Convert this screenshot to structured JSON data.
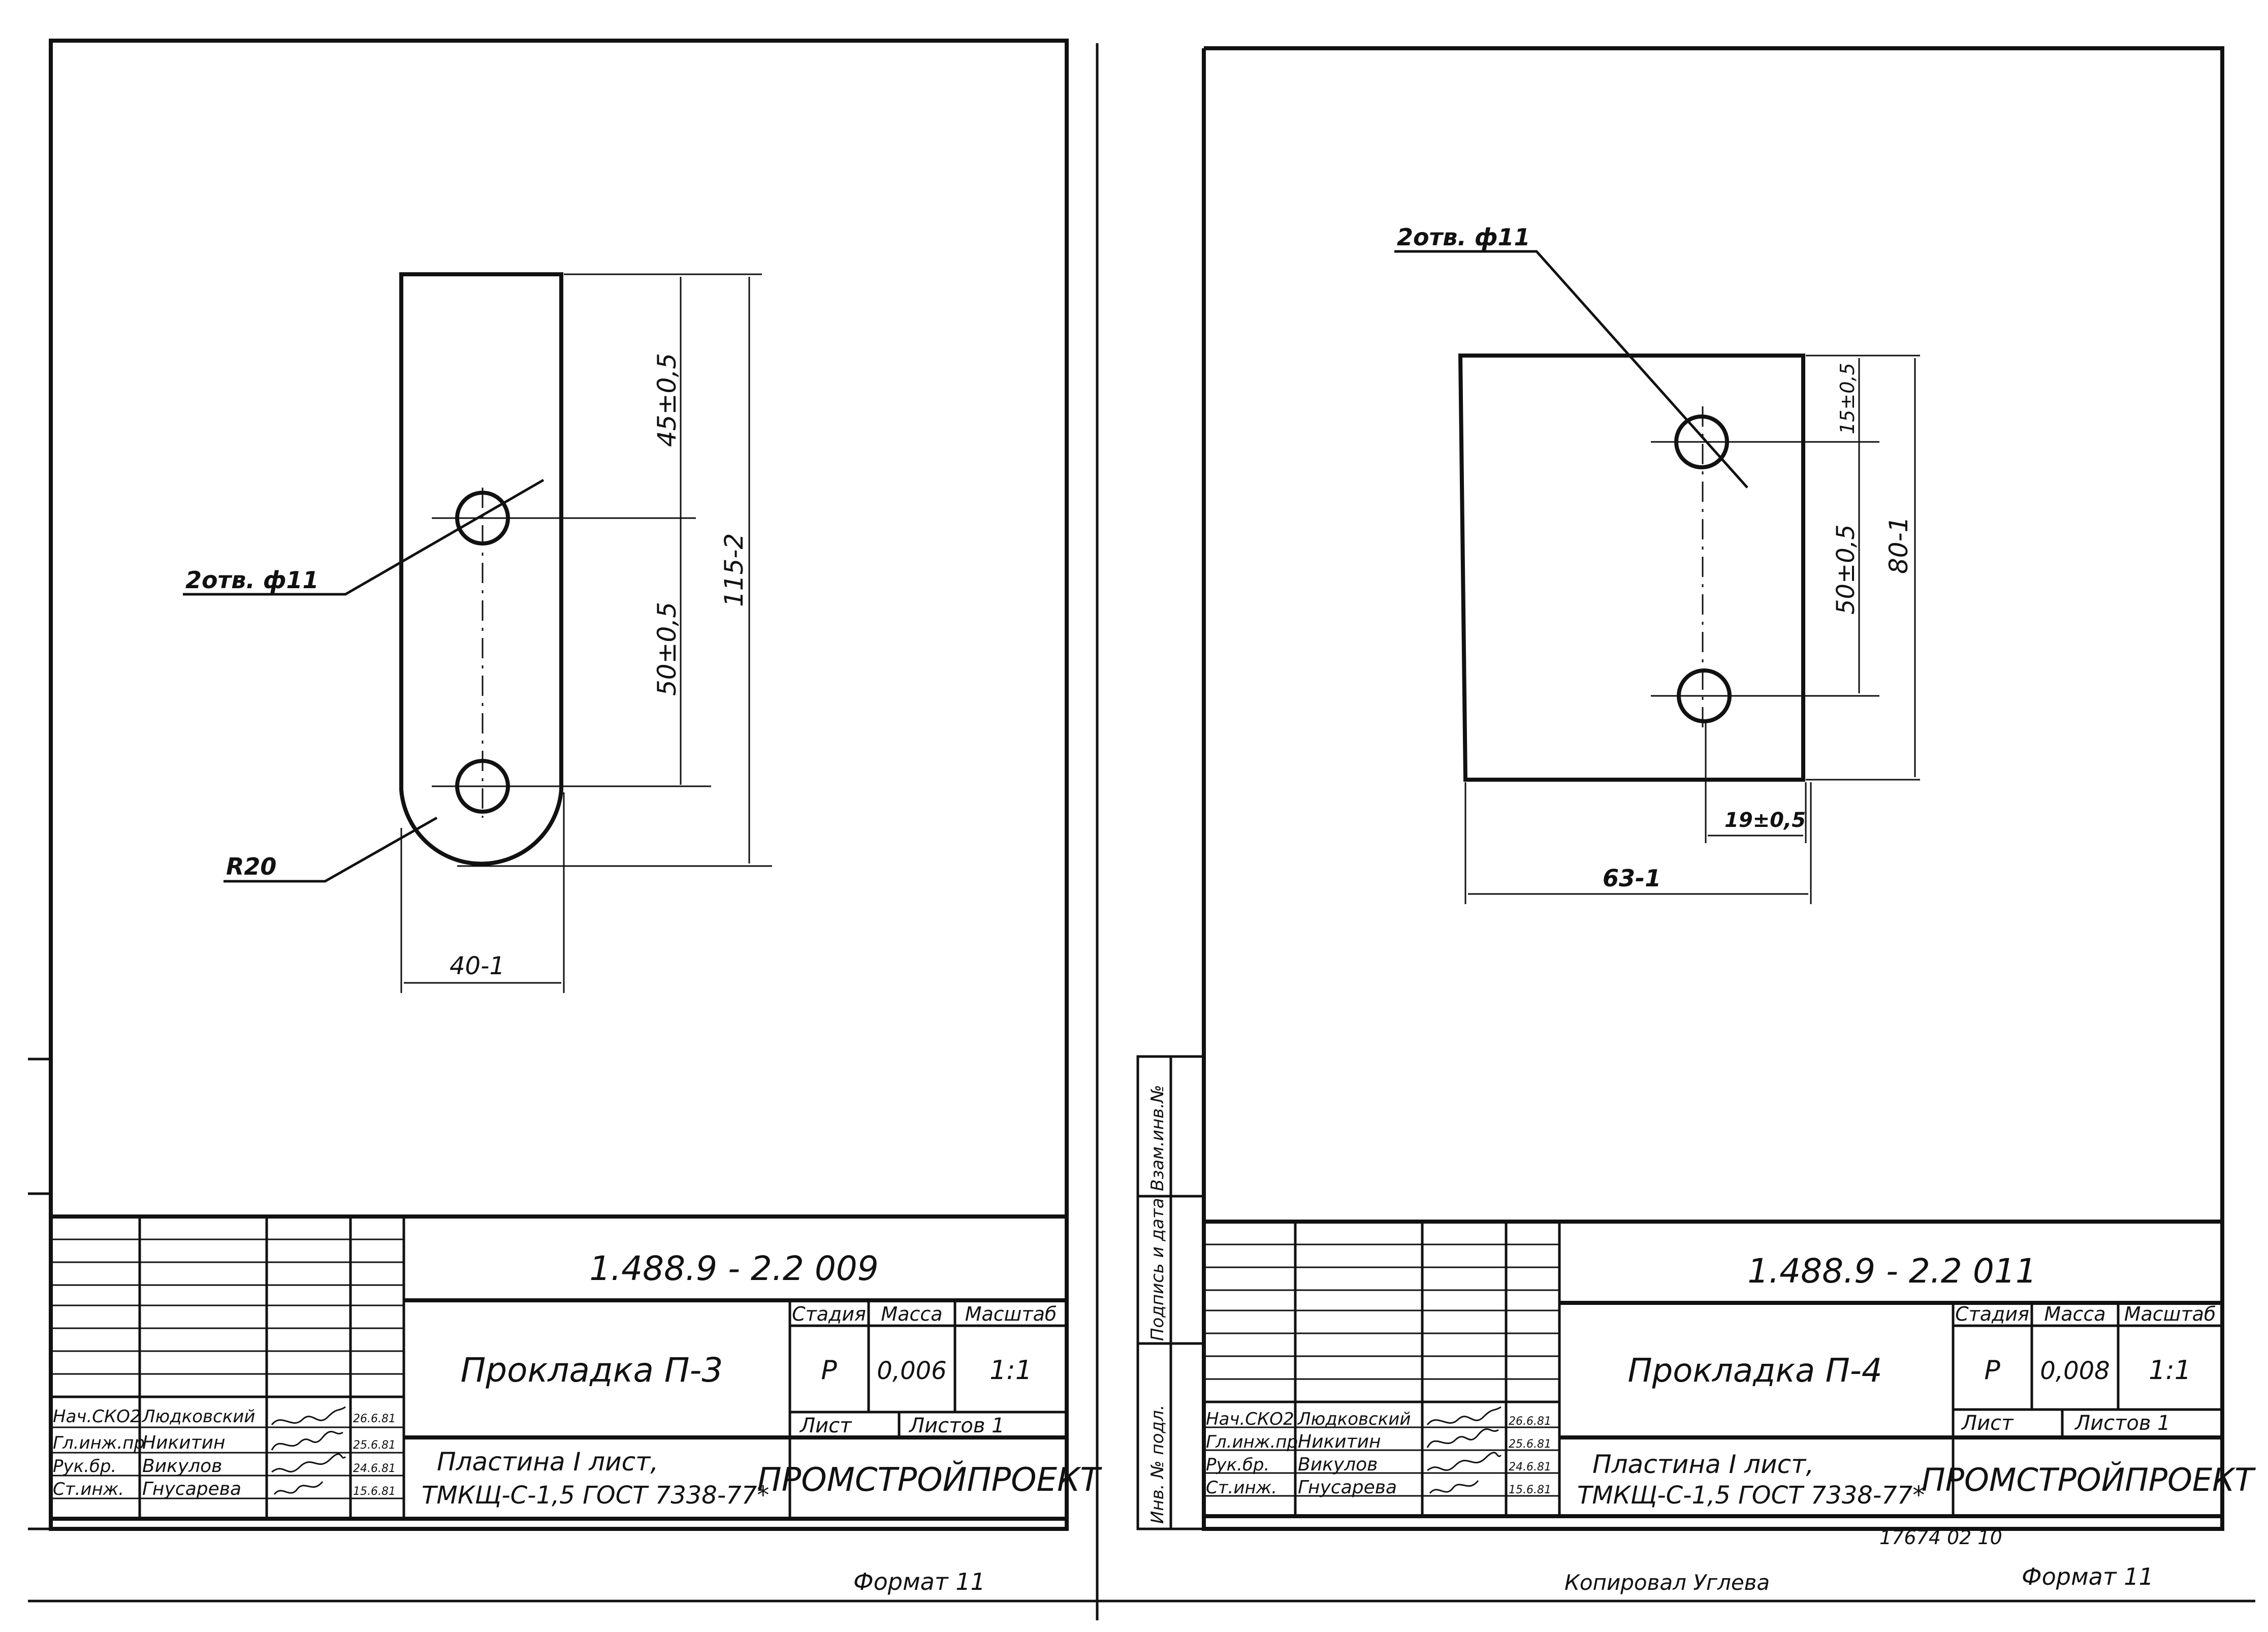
{
  "left_sheet": {
    "drawing": {
      "holes_callout": "2отв. ф11",
      "radius_callout": "R20",
      "dim_top": "45±0,5",
      "dim_mid": "50±0,5",
      "dim_total": "115-2",
      "dim_width": "40-1"
    },
    "title_block": {
      "doc_number": "1.488.9 - 2.2 009",
      "part_name": "Прокладка П-3",
      "material_line1": "Пластина I лист,",
      "material_line2": "ТМКЩ-С-1,5 ГОСТ 7338-77*",
      "stage_header": "Стадия",
      "mass_header": "Масса",
      "scale_header": "Масштаб",
      "stage_value": "Р",
      "mass_value": "0,006",
      "scale_value": "1:1",
      "sheet_label": "Лист",
      "sheets_label": "Листов 1",
      "organization": "ПРОМСТРОЙПРОЕКТ",
      "signers": [
        {
          "role": "Нач.СКО2",
          "name": "Людковский",
          "date": "26.6.81"
        },
        {
          "role": "Гл.инж.пр",
          "name": "Никитин",
          "date": "25.6.81"
        },
        {
          "role": "Рук.бр.",
          "name": "Викулов",
          "date": "24.6.81"
        },
        {
          "role": "Ст.инж.",
          "name": "Гнусарева",
          "date": "15.6.81"
        }
      ]
    },
    "format_label": "Формат 11"
  },
  "right_sheet": {
    "drawing": {
      "holes_callout": "2отв. ф11",
      "dim_top": "15±0,5",
      "dim_mid": "50±0,5",
      "dim_total": "80-1",
      "dim_edge": "19±0,5",
      "dim_width": "63-1"
    },
    "title_block": {
      "doc_number": "1.488.9 - 2.2 011",
      "part_name": "Прокладка П-4",
      "material_line1": "Пластина I лист,",
      "material_line2": "ТМКЩ-С-1,5 ГОСТ 7338-77*",
      "stage_header": "Стадия",
      "mass_header": "Масса",
      "scale_header": "Масштаб",
      "stage_value": "Р",
      "mass_value": "0,008",
      "scale_value": "1:1",
      "sheet_label": "Лист",
      "sheets_label": "Листов 1",
      "organization": "ПРОМСТРОЙПРОЕКТ",
      "signers": [
        {
          "role": "Нач.СКО2",
          "name": "Людковский",
          "date": "26.6.81"
        },
        {
          "role": "Гл.инж.пр",
          "name": "Никитин",
          "date": "25.6.81"
        },
        {
          "role": "Рук.бр.",
          "name": "Викулов",
          "date": "24.6.81"
        },
        {
          "role": "Ст.инж.",
          "name": "Гнусарева",
          "date": "15.6.81"
        }
      ]
    },
    "side_stamps": [
      "Инв. № подл.",
      "Подпись и дата",
      "Взам.инв.№"
    ],
    "archive_number": "17674 02   10",
    "copied_by": "Копировал Углева",
    "format_label": "Формат 11"
  }
}
